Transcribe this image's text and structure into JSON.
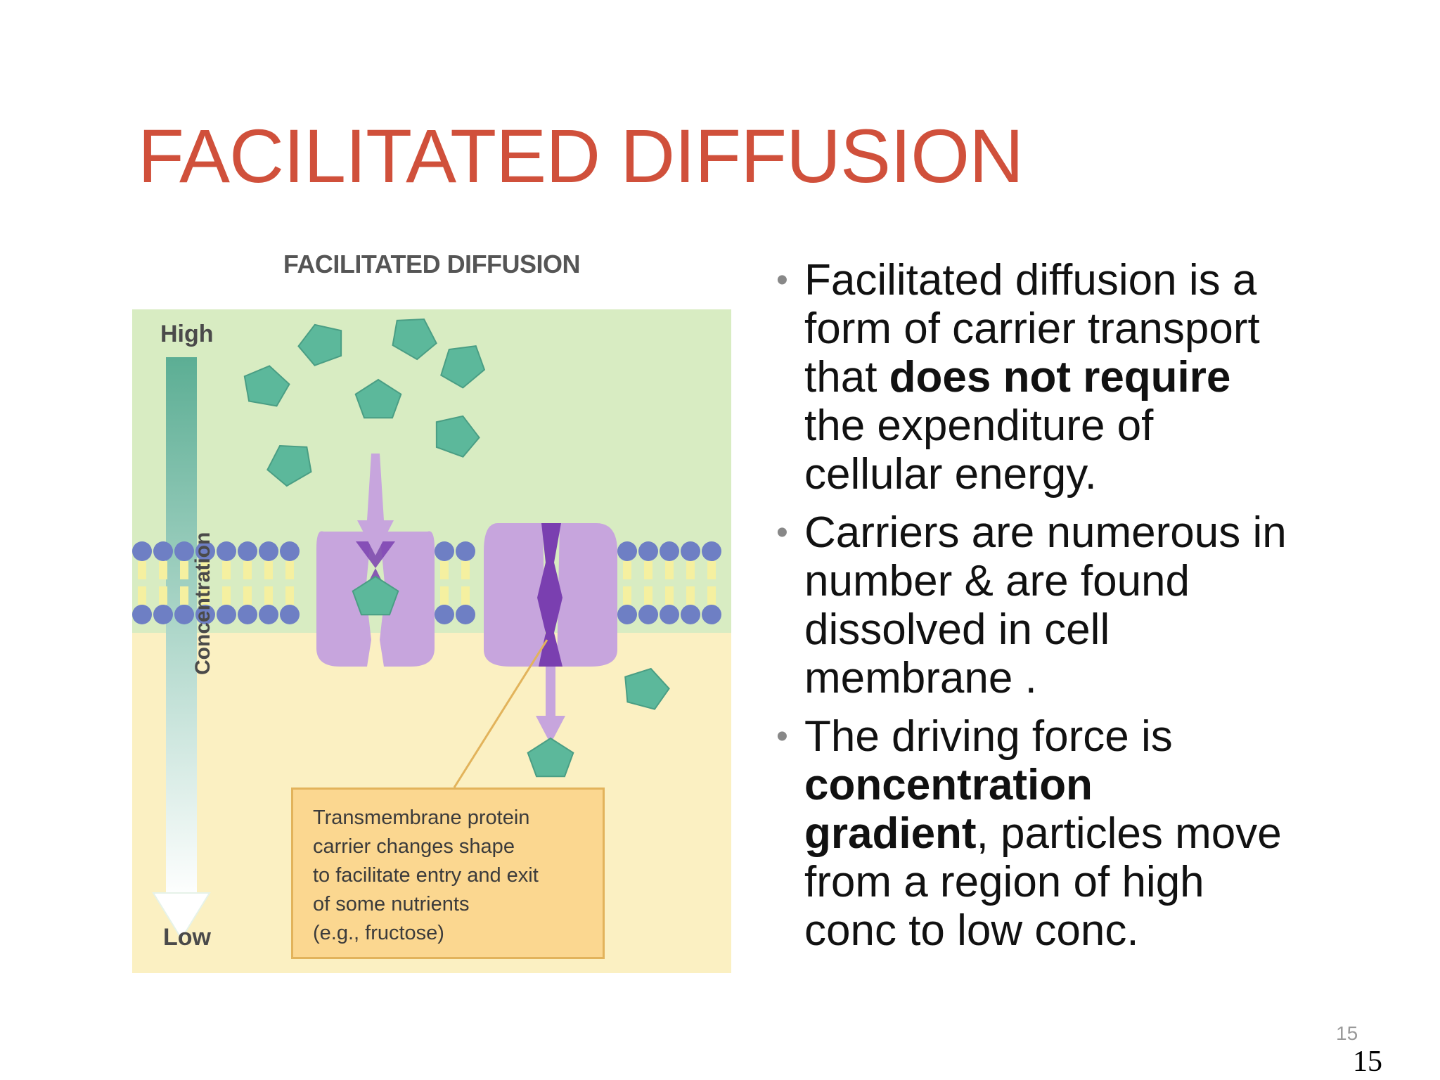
{
  "slide": {
    "title": "FACILITATED DIFFUSION",
    "page_number_small": "15",
    "page_number_large": "15"
  },
  "figure": {
    "caption": "FACILITATED DIFFUSION",
    "axis_high": "High",
    "axis_low": "Low",
    "axis_label": "Concentration",
    "callout": [
      "Transmembrane protein",
      "carrier changes shape",
      "to facilitate entry and exit",
      "of some nutrients",
      "(e.g., fructose)"
    ],
    "colors": {
      "upper_region": "#d8ecc2",
      "lower_region": "#fbf0c2",
      "molecule": "#5cb89b",
      "carrier": "#c7a5dd",
      "channel": "#7a3fb0",
      "lipid_head": "#6e7fc4",
      "lipid_tail": "#f5f0a0"
    }
  },
  "bullets": [
    {
      "lines": [
        [
          {
            "t": "Facilitated diffusion is a",
            "b": false
          }
        ],
        [
          {
            "t": "form of carrier transport",
            "b": false
          }
        ],
        [
          {
            "t": "that ",
            "b": false
          },
          {
            "t": "does not require",
            "b": true
          }
        ],
        [
          {
            "t": "the expenditure of",
            "b": false
          }
        ],
        [
          {
            "t": "cellular energy.",
            "b": false
          }
        ]
      ]
    },
    {
      "lines": [
        [
          {
            "t": "Carriers are numerous in",
            "b": false
          }
        ],
        [
          {
            "t": "number & are found",
            "b": false
          }
        ],
        [
          {
            "t": "dissolved in cell",
            "b": false
          }
        ],
        [
          {
            "t": "membrane .",
            "b": false
          }
        ]
      ]
    },
    {
      "lines": [
        [
          {
            "t": "The driving force is",
            "b": false
          }
        ],
        [
          {
            "t": "concentration",
            "b": true
          }
        ],
        [
          {
            "t": "gradient",
            "b": true
          },
          {
            "t": ", particles move",
            "b": false
          }
        ],
        [
          {
            "t": "from a region of high",
            "b": false
          }
        ],
        [
          {
            "t": "conc to low conc.",
            "b": false
          }
        ]
      ]
    }
  ]
}
